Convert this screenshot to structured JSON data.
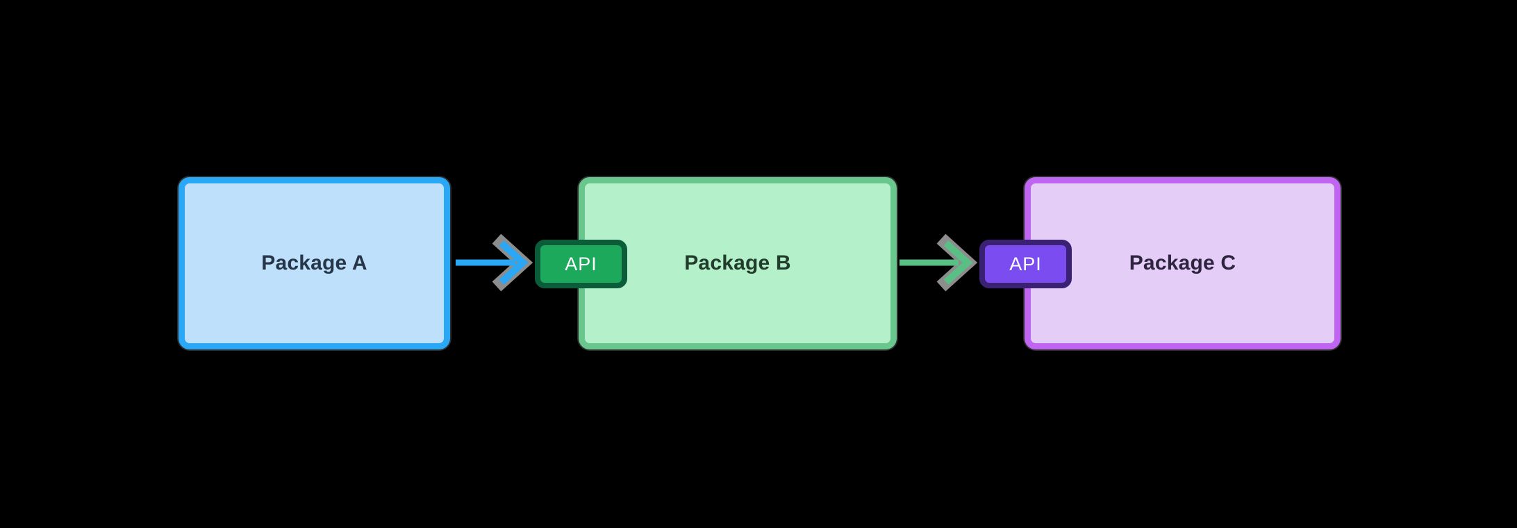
{
  "diagram": {
    "packages": [
      {
        "id": "a",
        "label": "Package A"
      },
      {
        "id": "b",
        "label": "Package B",
        "api_badge": {
          "label": "API"
        }
      },
      {
        "id": "c",
        "label": "Package C",
        "api_badge": {
          "label": "API"
        }
      }
    ],
    "arrows": [
      {
        "from": "Package A",
        "to": "Package B API",
        "color": "#2aa7f5"
      },
      {
        "from": "Package B",
        "to": "Package C API",
        "color": "#5abf85"
      }
    ]
  },
  "colors": {
    "background": "#000000",
    "box_a_fill": "#bfe0fb",
    "box_a_border": "#2aa7f5",
    "box_a_text": "#263648",
    "box_b_fill": "#b4f1cb",
    "box_b_border": "#69c68c",
    "box_b_text": "#213c2b",
    "box_c_fill": "#e4cdf6",
    "box_c_border": "#c065f2",
    "box_c_text": "#2e2440",
    "api_b_fill": "#1ca95c",
    "api_b_border": "#0b5c38",
    "api_b_text": "#ffffff",
    "api_c_fill": "#7b4cf0",
    "api_c_border": "#3a2173",
    "api_c_text": "#ffffff",
    "arrow_blue": "#2aa7f5",
    "arrow_green": "#5abf85",
    "arrow_shadow": "#8d8d8d"
  }
}
